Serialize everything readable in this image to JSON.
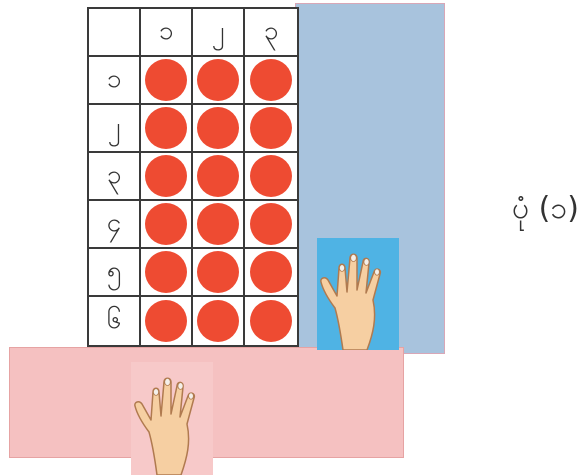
{
  "table": {
    "header": [
      "",
      "၁",
      "၂",
      "၃"
    ],
    "rows": [
      {
        "label": "၁",
        "dots": 3
      },
      {
        "label": "၂",
        "dots": 3
      },
      {
        "label": "၃",
        "dots": 3
      },
      {
        "label": "၄",
        "dots": 3
      },
      {
        "label": "၅",
        "dots": 3
      },
      {
        "label": "၆",
        "dots": 3
      }
    ],
    "dot_color": "#ee4b32"
  },
  "strips": {
    "vertical_color": "#a8c3dd",
    "horizontal_color": "#f5c1c1"
  },
  "hands": [
    "hand-icon",
    "hand-icon"
  ],
  "figure_label": "ပုံ (၁)"
}
